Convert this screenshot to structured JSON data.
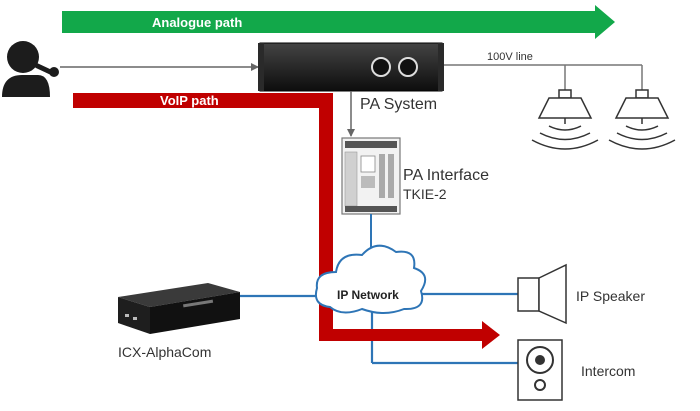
{
  "paths": {
    "analogue": "Analogue path",
    "voip": "VoIP path"
  },
  "labels": {
    "line_100v": "100V line",
    "pa_system": "PA System",
    "pa_interface": "PA Interface",
    "pa_interface_model": "TKIE-2",
    "ip_network": "IP Network",
    "ip_speaker": "IP Speaker",
    "icx": "ICX-AlphaCom",
    "intercom": "Intercom"
  },
  "colors": {
    "analogue": "#12a84a",
    "voip": "#c00000",
    "network_line": "#2e75b6",
    "device": "#1a1a1a"
  },
  "icons": [
    "person-with-microphone-icon",
    "pa-amplifier-icon",
    "horn-speaker-icon",
    "pa-interface-board-icon",
    "cloud-icon",
    "ip-speaker-icon",
    "icx-server-icon",
    "intercom-panel-icon"
  ]
}
